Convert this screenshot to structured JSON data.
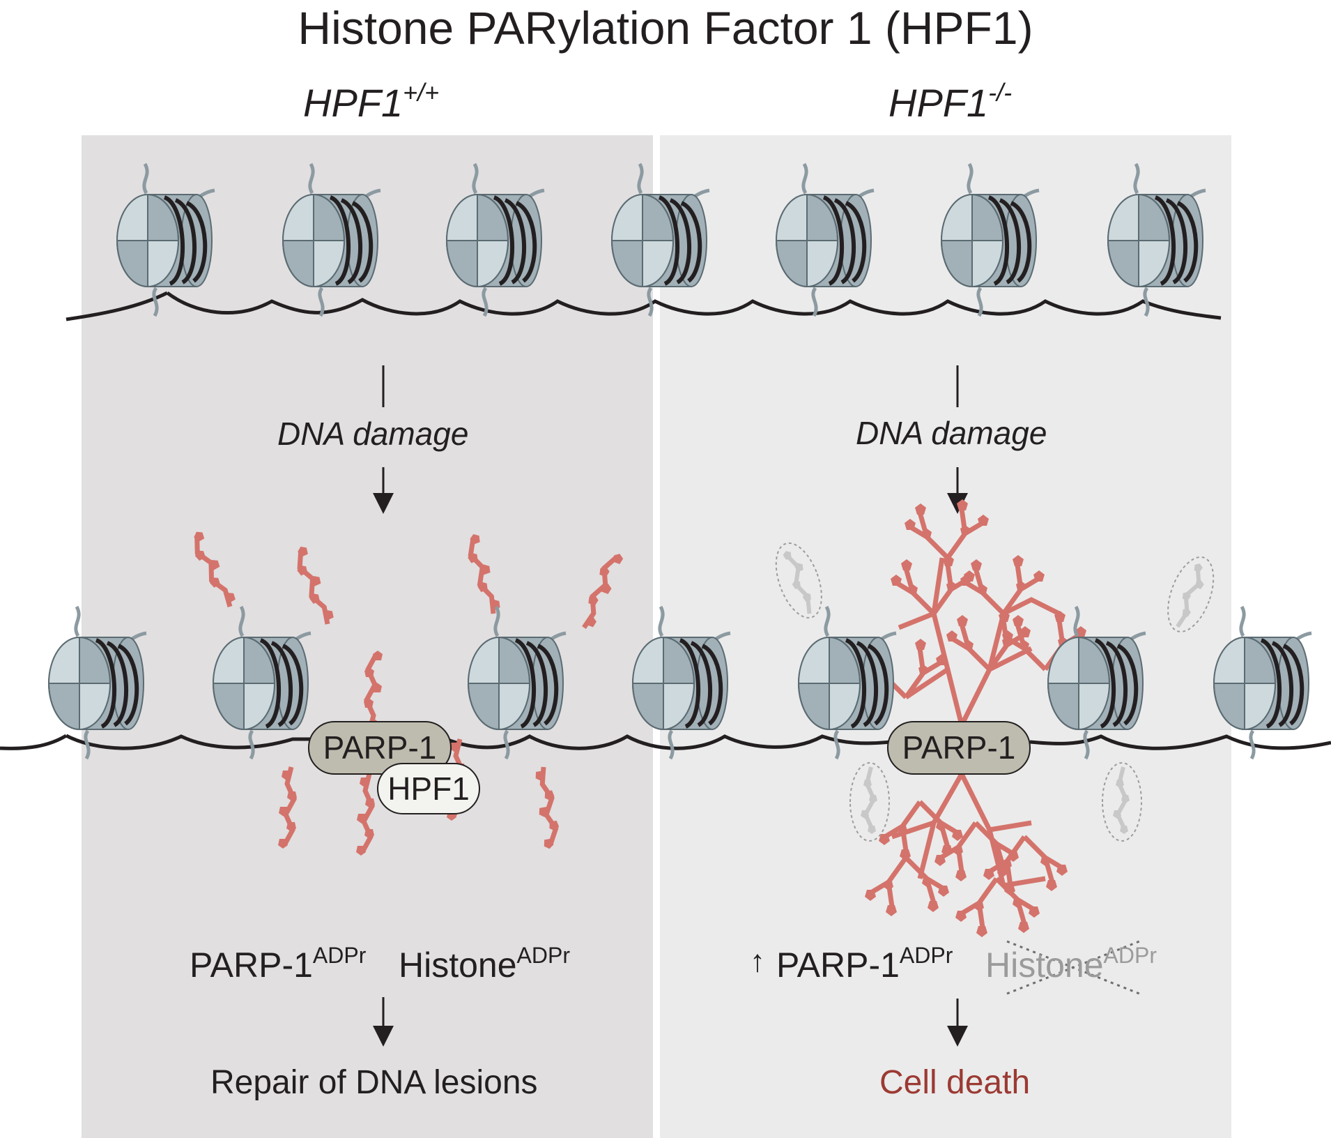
{
  "title": "Histone PARylation Factor 1 (HPF1)",
  "left_panel": {
    "genotype": "HPF1",
    "genotype_superscript": "+/+",
    "damage_label": "DNA damage",
    "protein1": "PARP-1",
    "protein2": "HPF1",
    "product1": "PARP-1",
    "product1_superscript": "ADPr",
    "product2": "Histone",
    "product2_superscript": "ADPr",
    "outcome": "Repair of DNA lesions"
  },
  "right_panel": {
    "genotype": "HPF1",
    "genotype_superscript": "-/-",
    "damage_label": "DNA damage",
    "protein1": "PARP-1",
    "increase_arrow": "↑",
    "product1": "PARP-1",
    "product1_superscript": "ADPr",
    "product2": "Histone",
    "product2_superscript": "ADPr",
    "outcome": "Cell death"
  },
  "colors": {
    "left_panel_bg": "#e1dfe0",
    "right_panel_bg": "#ebebeb",
    "nucleosome_dark": "#a2b0b7",
    "nucleosome_light": "#cdd9dc",
    "dna": "#231f20",
    "par_chain": "#d4736b",
    "par_ghost": "#c8c8c8",
    "parp_fill": "#bdbcae",
    "hpf1_fill": "#f3f3ef",
    "cell_death_text": "#9b3a33",
    "crossed_text": "#9b9b9b"
  }
}
